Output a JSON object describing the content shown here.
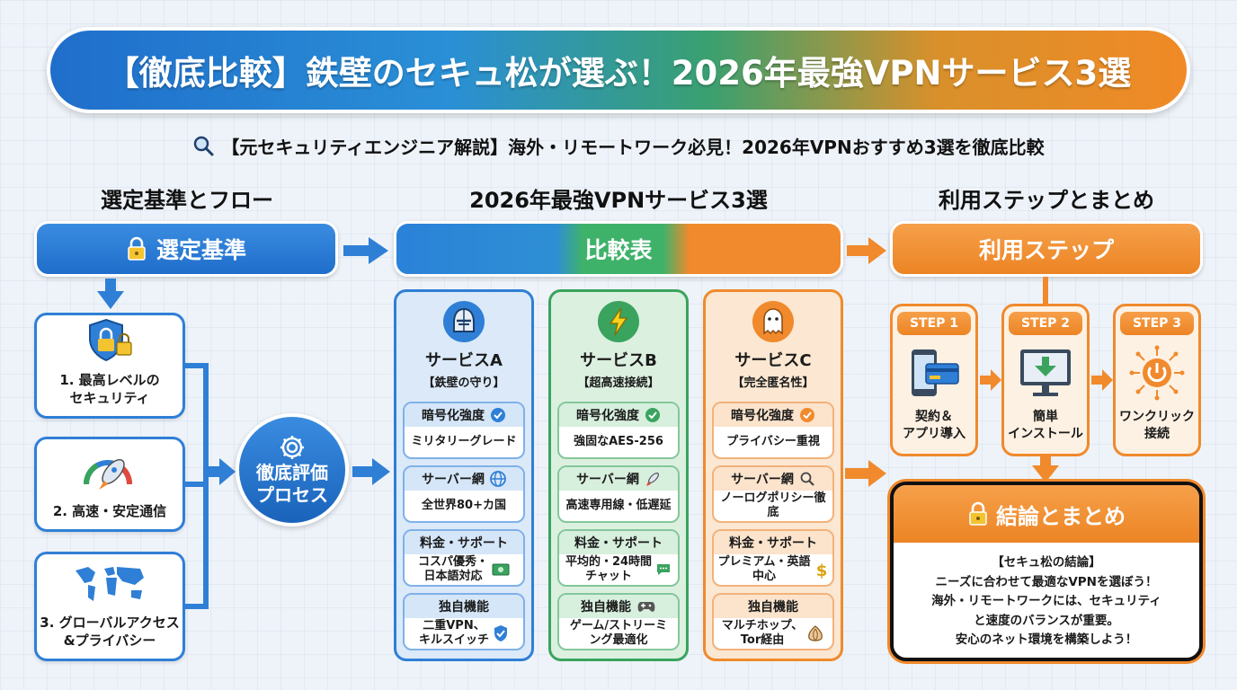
{
  "banner_title": "【徹底比較】鉄壁のセキュ松が選ぶ！2026年最強VPNサービス3選",
  "subtitle": "【元セキュリティエンジニア解説】海外・リモートワーク必見！2026年VPNおすすめ3選を徹底比較",
  "sections": {
    "left": "選定基準とフロー",
    "middle": "2026年最強VPNサービス3選",
    "right": "利用ステップとまとめ"
  },
  "criteria_header": "選定基準",
  "criteria": [
    {
      "label_line1": "1. 最高レベルの",
      "label_line2": "セキュリティ",
      "icon": "shield-lock-icon"
    },
    {
      "label_line1": "2. 高速・安定通信",
      "label_line2": "",
      "icon": "speedometer-rocket-icon"
    },
    {
      "label_line1": "3. グローバルアクセス",
      "label_line2": "&プライバシー",
      "icon": "world-map-icon"
    }
  ],
  "process": {
    "line1": "徹底評価",
    "line2": "プロセス",
    "icon": "gear-icon"
  },
  "compare_header": "比較表",
  "services": [
    {
      "name": "サービスA",
      "tag": "【鉄壁の守り】",
      "icon": "knight-helmet-icon",
      "features": [
        {
          "title": "暗号化強度",
          "value_line1": "ミリタリーグレード",
          "value_line2": "",
          "icon": "check-circle-icon"
        },
        {
          "title": "サーバー網",
          "value_line1": "全世界80+カ国",
          "value_line2": "",
          "icon": "globe-icon"
        },
        {
          "title": "料金・サポート",
          "value_line1": "コスパ優秀・",
          "value_line2": "日本語対応",
          "icon": "money-icon"
        },
        {
          "title": "独自機能",
          "value_line1": "二重VPN、",
          "value_line2": "キルスイッチ",
          "icon": "shield-check-icon"
        }
      ]
    },
    {
      "name": "サービスB",
      "tag": "【超高速接続】",
      "icon": "lightning-icon",
      "features": [
        {
          "title": "暗号化強度",
          "value_line1": "強固なAES-256",
          "value_line2": "",
          "icon": "check-circle-icon"
        },
        {
          "title": "サーバー網",
          "value_line1": "高速専用線・低遅延",
          "value_line2": "",
          "icon": "rocket-icon"
        },
        {
          "title": "料金・サポート",
          "value_line1": "平均的・24時間",
          "value_line2": "チャット",
          "icon": "chat-icon"
        },
        {
          "title": "独自機能",
          "value_line1": "ゲーム/ストリーミ",
          "value_line2": "ング最適化",
          "icon": "gamepad-icon"
        }
      ]
    },
    {
      "name": "サービスC",
      "tag": "【完全匿名性】",
      "icon": "ghost-icon",
      "features": [
        {
          "title": "暗号化強度",
          "value_line1": "プライバシー重視",
          "value_line2": "",
          "icon": "check-circle-icon"
        },
        {
          "title": "サーバー網",
          "value_line1": "ノーログポリシー徹底",
          "value_line2": "",
          "icon": "magnifier-icon"
        },
        {
          "title": "料金・サポート",
          "value_line1": "プレミアム・英語",
          "value_line2": "中心",
          "icon": "dollar-icon"
        },
        {
          "title": "独自機能",
          "value_line1": "マルチホップ、",
          "value_line2": "Tor経由",
          "icon": "onion-icon"
        }
      ]
    }
  ],
  "steps_header": "利用ステップ",
  "steps": [
    {
      "badge": "STEP 1",
      "line1": "契約＆",
      "line2": "アプリ導入",
      "icon": "phone-card-icon"
    },
    {
      "badge": "STEP 2",
      "line1": "簡単",
      "line2": "インストール",
      "icon": "monitor-download-icon"
    },
    {
      "badge": "STEP 3",
      "line1": "ワンクリック",
      "line2": "接続",
      "icon": "power-icon"
    }
  ],
  "conclusion": {
    "title": "結論とまとめ",
    "lines": [
      "【セキュ松の結論】",
      "ニーズに合わせて最適なVPNを選ぼう！",
      "海外・リモートワークには、セキュリティ",
      "と速度のバランスが重要。",
      "安心のネット環境を構築しよう！"
    ]
  },
  "colors": {
    "blue": "#1f6ecb",
    "green": "#3aa35e",
    "orange": "#f08a2c"
  }
}
